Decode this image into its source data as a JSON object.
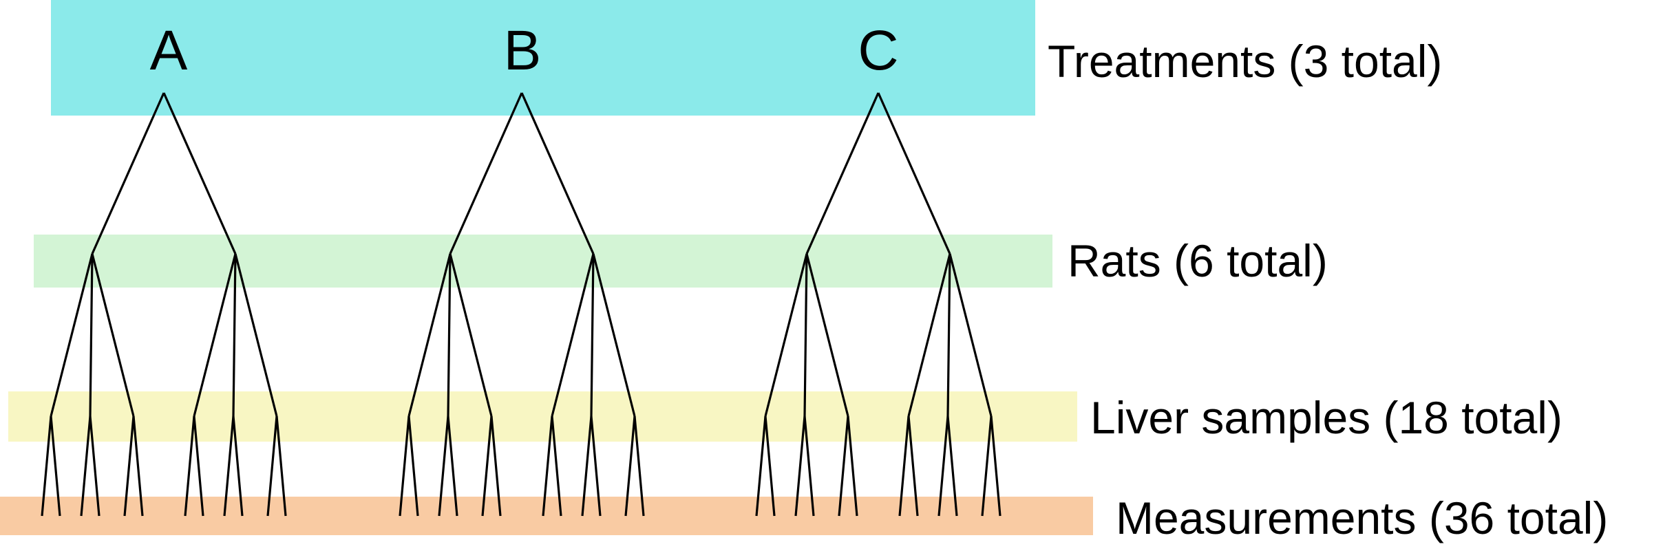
{
  "diagram": {
    "levels": [
      {
        "id": "treatments",
        "label": "Treatments (3 total)",
        "color": "#8BEAEA"
      },
      {
        "id": "rats",
        "label": "Rats (6 total)",
        "color": "#D3F4D5"
      },
      {
        "id": "liver",
        "label": "Liver samples (18 total)",
        "color": "#F8F6C3"
      },
      {
        "id": "measurements",
        "label": "Measurements (36 total)",
        "color": "#F9CBA3"
      }
    ],
    "treatments": [
      {
        "label": "A"
      },
      {
        "label": "B"
      },
      {
        "label": "C"
      }
    ],
    "rats_per_treatment": 2,
    "samples_per_rat": 3,
    "measurements_per_sample": 2
  }
}
